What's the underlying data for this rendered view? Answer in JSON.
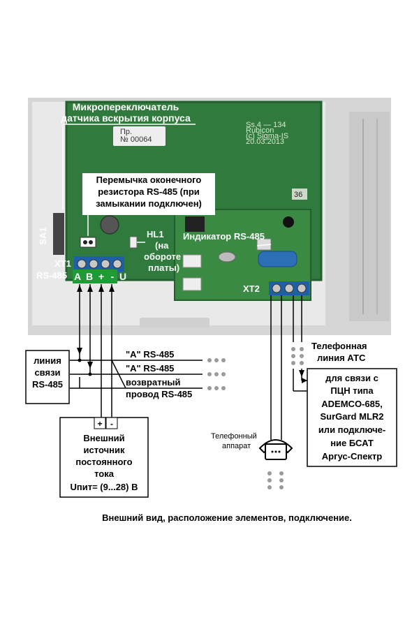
{
  "labels": {
    "microswitch": [
      "Микропереключатель",
      "датчика вскрытия корпуса"
    ],
    "jumper": [
      "Перемычка оконечного",
      "резистора RS-485 (при",
      "замыкании подключен)"
    ],
    "hl1": [
      "HL1",
      "(на",
      "обороте",
      "платы)"
    ],
    "indicator": "Индикатор RS-485",
    "sa1": "SA1",
    "xt1": "XT1",
    "rs485": "RS-485",
    "xt2": "XT2",
    "terminals": [
      "A",
      "B",
      "+",
      "-",
      "U"
    ],
    "line_box": [
      "линия",
      "связи",
      "RS-485"
    ],
    "wire_a1": "\"A\" RS-485",
    "wire_a2": "\"A\" RS-485",
    "return_wire": [
      "возвратный",
      "провод RS-485"
    ],
    "psu_box": [
      "Внешний",
      "источник",
      "постоянного",
      "тока",
      "Uпит= (9...28) В"
    ],
    "psu_plus": "+",
    "psu_minus": "-",
    "phone_line": [
      "Телефонная",
      "линия АТС"
    ],
    "pcn_box": [
      "для связи с",
      "ПЦН типа",
      "ADEMCO-685,",
      "SurGard MLR2",
      "или подключе-",
      "ние БСАТ",
      "Аргус-Спектр"
    ],
    "phone": [
      "Телефонный",
      "аппарат"
    ],
    "board_text": [
      "Ss.4 — 134",
      "Rubicon",
      "(c) Sigma-IS",
      "20.03.2013"
    ],
    "sticker": [
      "Пр.",
      "№ 00064"
    ],
    "board_num": "36",
    "caption": "Внешний вид, расположение элементов, подключение."
  },
  "colors": {
    "board": "#2f7a3c",
    "board_dark": "#235f2d",
    "terminal_green": "#1e9a36",
    "terminal_blue": "#1f5fa8",
    "enclosure": "#d9d9d9",
    "text_white": "#ffffff"
  }
}
